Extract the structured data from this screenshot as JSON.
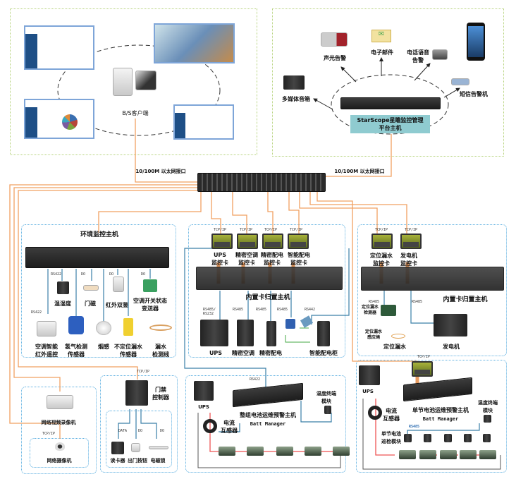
{
  "client": {
    "label": "B/S客户端"
  },
  "switch": {
    "left_label": "10/100M 以太网接口",
    "right_label": "10/100M 以太网接口"
  },
  "platform": {
    "host_label": "StarScope星瞻监控管理\n平台主机",
    "outputs": {
      "audible": "声光告警",
      "email": "电子邮件",
      "phone_voice": "电话语音\n告警",
      "speaker": "多媒体音箱",
      "sms": "短信告警机"
    }
  },
  "env": {
    "title": "环境监控主机",
    "protocols": {
      "rs422a": "RS422",
      "rs422b": "RS422",
      "do1": "DO",
      "do2": "DO",
      "do3": "DO"
    },
    "sensors": {
      "temp_humidity": "温湿度",
      "door_magnet": "门磁",
      "infrared": "红外双鉴",
      "ac_switch": "空调开关状态\n变送器",
      "ac_ir": "空调智能\n红外遥控",
      "hydrogen": "氢气检测\n传感器",
      "smoke": "烟感",
      "leak_sensor": "不定位漏水\n传感器",
      "leak_line": "漏水\n检测线"
    }
  },
  "cards": {
    "tcpip": "TCP/IP",
    "ups": "UPS\n监控卡",
    "ac": "精密空调\n监控卡",
    "pdu": "精密配电\n监控卡",
    "smart_pdu": "智能配电\n监控卡",
    "host": "内置卡归置主机",
    "protocols": {
      "ups": "RS485/\nRS232",
      "ac": "RS485",
      "pdu": "RS485",
      "smart": "RS485",
      "rs442": "RS442"
    },
    "devices": {
      "ups": "UPS",
      "ac": "精密空调",
      "pdu": "精密配电",
      "smart_cabinet": "智能配电柜"
    }
  },
  "right": {
    "tcpip": "TCP/IP",
    "leak_card": "定位漏水\n监控卡",
    "gen_card": "发电机\n监控卡",
    "host": "内置卡归置主机",
    "rs485a": "RS485",
    "rs485b": "RS485",
    "leak_detector": "定位漏水\n检测器",
    "leak_rope": "定位漏水\n感应绳",
    "leak": "定位漏水",
    "generator": "发电机"
  },
  "nvr": {
    "tcpip": "TCP/IP",
    "recorder": "网络视频录像机",
    "camera": "网络摄像机"
  },
  "access": {
    "tcpip": "TCP/IP",
    "controller": "门禁\n控制器",
    "data": "DATA",
    "do1": "DO",
    "do2": "DO",
    "reader": "读卡器",
    "exit_button": "出门按钮",
    "lock": "电磁锁"
  },
  "batt_group": {
    "rs422": "RS422",
    "ups": "UPS",
    "ct": "电流\n互感器",
    "host": "整组电池运维预警主机",
    "host_en": "Batt Manager",
    "temp": "温度终端\n模块"
  },
  "batt_cell": {
    "tcpip": "TCP/IP",
    "ups": "UPS",
    "ct": "电流\n互感器",
    "host": "单节电池运维预警主机",
    "host_en": "Batt Manager",
    "temp": "温度终端\n模块",
    "rs485": "RS485",
    "module": "单节电池\n巡检模块"
  },
  "colors": {
    "ethernet": "#f0a062",
    "serial": "#3a7fa8",
    "zone_blue": "#5aaee0",
    "zone_green": "#b5d27a",
    "host_box": "#8fcbd0"
  }
}
